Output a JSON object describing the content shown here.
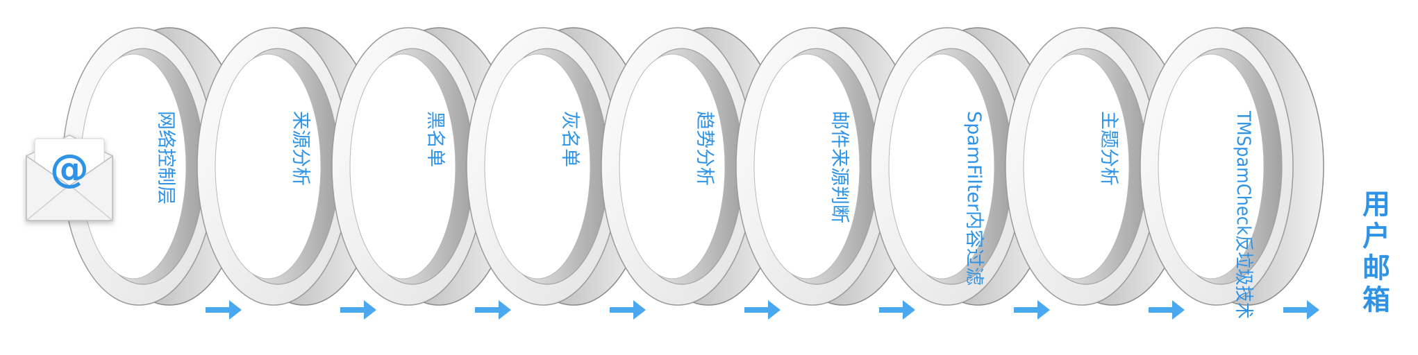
{
  "diagram": {
    "icon": "envelope-at-icon",
    "icon_glyph": "@",
    "stages": [
      {
        "label": "网络控制层"
      },
      {
        "label": "来源分析"
      },
      {
        "label": "黑名单"
      },
      {
        "label": "灰名单"
      },
      {
        "label": "趋势分析"
      },
      {
        "label": "邮件来源判断"
      },
      {
        "label": "SpamFilter内容过滤"
      },
      {
        "label": "主题分析"
      },
      {
        "label": "TMSpamCheck反垃圾技术"
      }
    ],
    "destination": "用户邮箱",
    "colors": {
      "label": "#2e93e6",
      "arrow": "#4aa8ef",
      "ring_dark": "#9a9a9a",
      "ring_light": "#ededed"
    }
  }
}
